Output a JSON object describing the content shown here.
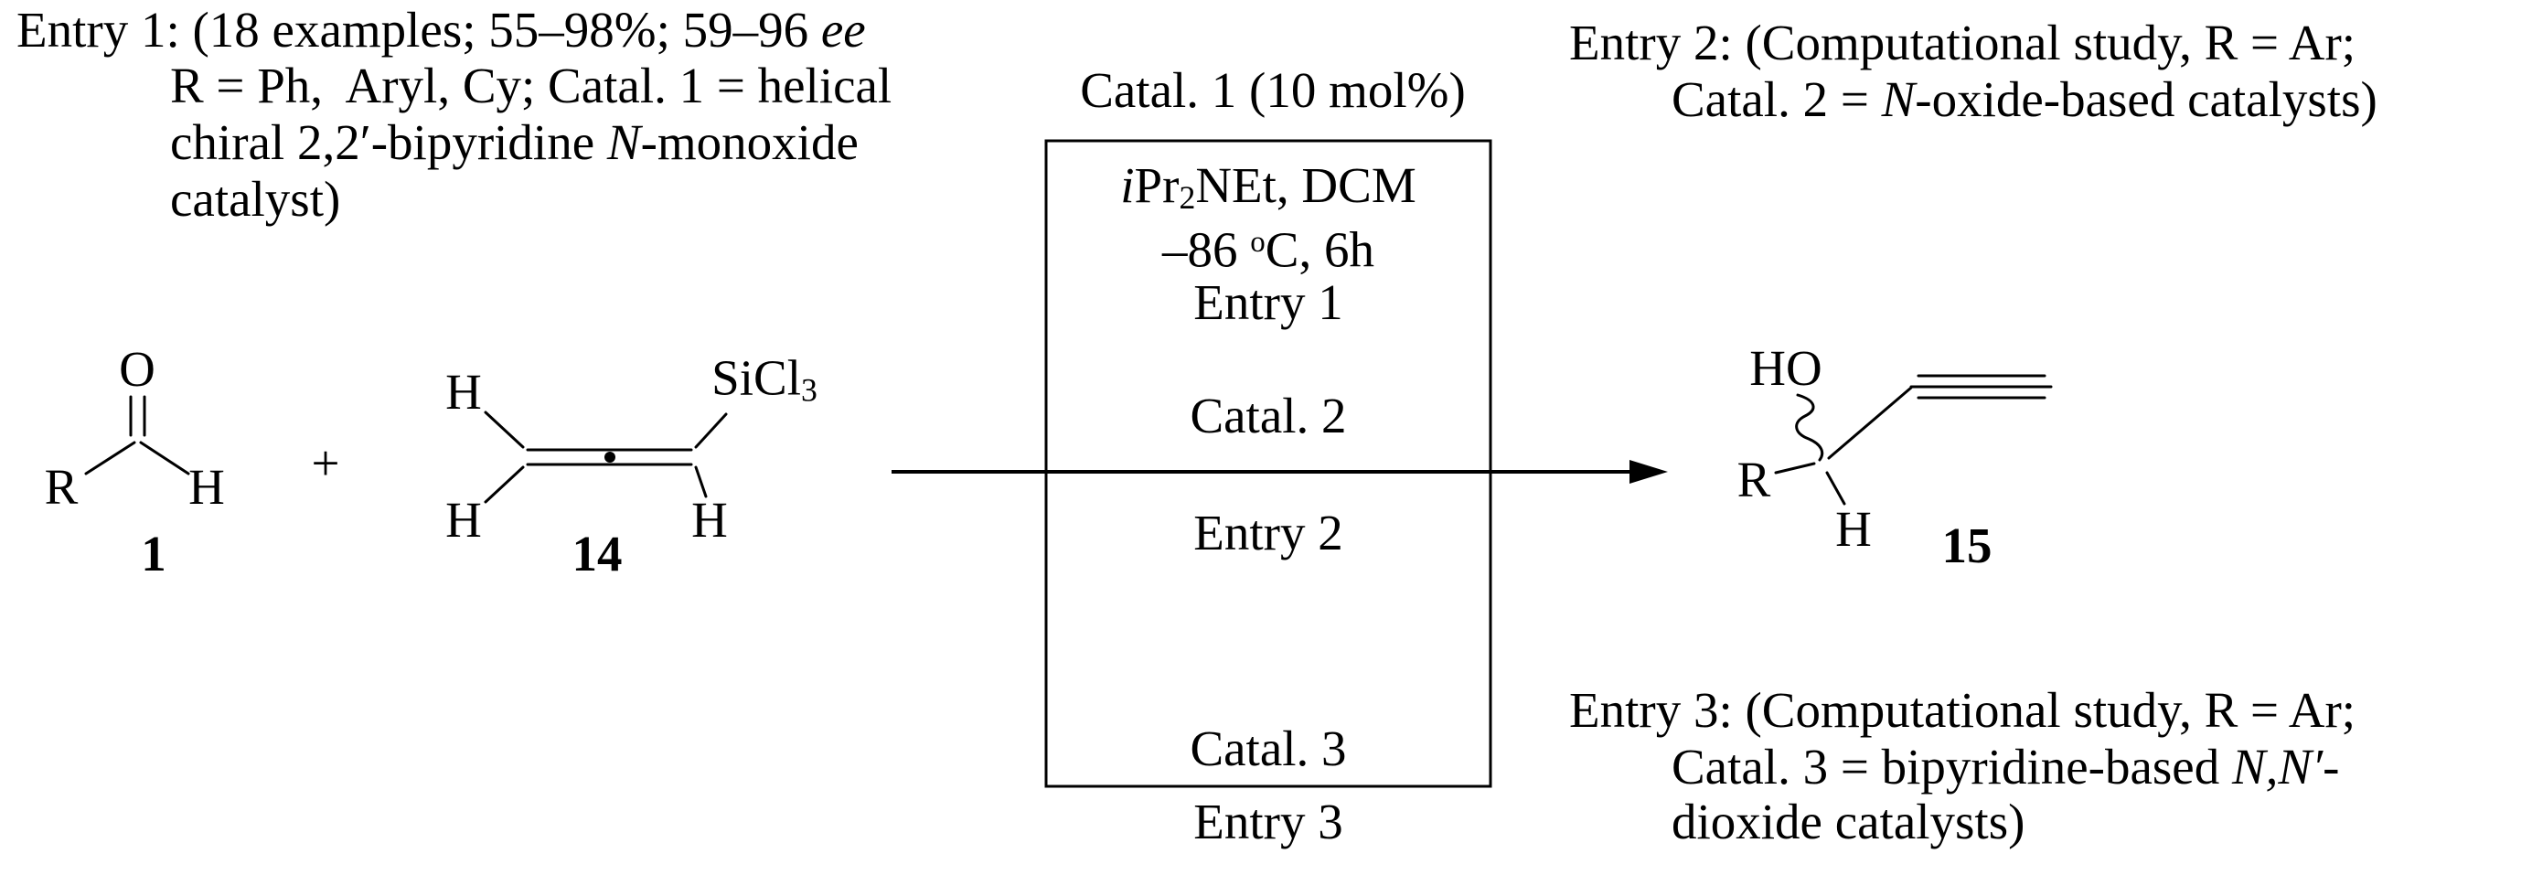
{
  "colors": {
    "ink": "#000000",
    "background": "#ffffff"
  },
  "notes": {
    "entry1": {
      "l1a": "Entry 1: (18 examples; 55–98%; 59–96 ",
      "l1b": "ee",
      "l2": "R = Ph,  Aryl, Cy; Catal. 1 = helical",
      "l3a": "chiral 2,2′-bipyridine ",
      "l3b": "N",
      "l3c": "-monoxide",
      "l4": "catalyst)"
    },
    "entry2": {
      "l1": "Entry 2: (Computational study, R = Ar;",
      "l2a": "Catal. 2 = ",
      "l2b": "N",
      "l2c": "-oxide-based catalysts)"
    },
    "entry3": {
      "l1": "Entry 3: (Computational study, R = Ar;",
      "l2a": "Catal. 3 = bipyridine-based ",
      "l2b": "N,N′",
      "l2c": "-",
      "l3": "dioxide catalysts)"
    }
  },
  "conditions": {
    "catalyst_line": "Catal. 1 (10 mol%)",
    "base_i": "i",
    "base_pr": "Pr",
    "base_sub": "2",
    "base_rest": "NEt, DCM",
    "temp_a": "–86 ",
    "temp_sup": "o",
    "temp_b": "C, 6h",
    "entry1": "Entry 1",
    "catal2": "Catal. 2",
    "entry2": "Entry 2",
    "catal3": "Catal. 3",
    "entry3": "Entry 3"
  },
  "molecules": {
    "plus": "+",
    "aldehyde": {
      "o": "O",
      "r": "R",
      "h": "H",
      "label": "1"
    },
    "allene": {
      "h_tl": "H",
      "h_bl": "H",
      "silyl": "SiCl",
      "silyl_sub": "3",
      "h_br": "H",
      "label": "14"
    },
    "product": {
      "ho": "HO",
      "r": "R",
      "h": "H",
      "label": "15"
    }
  }
}
